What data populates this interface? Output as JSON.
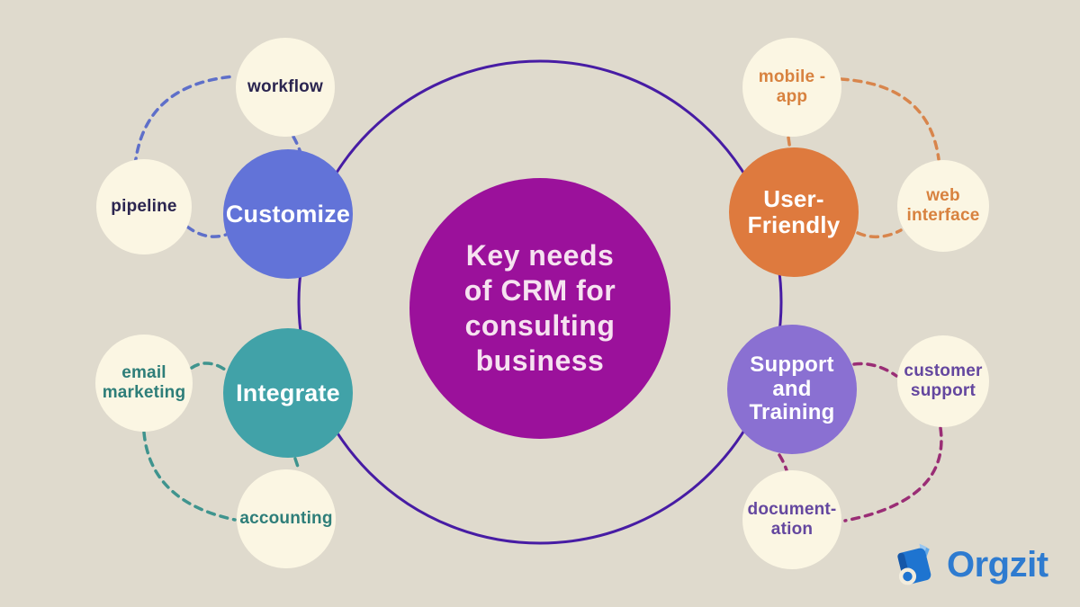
{
  "background_color": "#DFDACD",
  "ring": {
    "color": "#471CA4"
  },
  "center": {
    "label": "Key needs\nof CRM for\nconsulting\nbusiness",
    "bg_color": "#9B119B",
    "text_color": "#F6E2F0"
  },
  "branches": [
    {
      "id": "customize",
      "label": "Customize",
      "bg_color": "#6273D8",
      "text_color": "#FFFFFF",
      "connector_color": "#5E6FC9",
      "satellite_text_color": "#2B2550",
      "satellites": [
        {
          "label": "workflow"
        },
        {
          "label": "pipeline"
        }
      ]
    },
    {
      "id": "user-friendly",
      "label": "User-\nFriendly",
      "bg_color": "#DE7A3E",
      "text_color": "#FFFFFF",
      "connector_color": "#D8854C",
      "satellite_text_color": "#D8823F",
      "satellites": [
        {
          "label": "mobile -\napp"
        },
        {
          "label": "web\ninterface"
        }
      ]
    },
    {
      "id": "integrate",
      "label": "Integrate",
      "bg_color": "#41A2A8",
      "text_color": "#FFFFFF",
      "connector_color": "#3F948E",
      "satellite_text_color": "#2E7E79",
      "satellites": [
        {
          "label": "email\nmarketing"
        },
        {
          "label": "accounting"
        }
      ]
    },
    {
      "id": "support-training",
      "label": "Support\nand\nTraining",
      "bg_color": "#8A70D2",
      "text_color": "#FFFFFF",
      "connector_color": "#9A2D75",
      "satellite_text_color": "#64479F",
      "satellites": [
        {
          "label": "customer\nsupport"
        },
        {
          "label": "document-\nation"
        }
      ]
    }
  ],
  "satellite_bg_color": "#FBF6E3",
  "logo": {
    "text": "Orgzit",
    "text_color": "#2E7BD0",
    "icon": "orgzit-book-icon",
    "icon_color": "#1E74D0"
  }
}
